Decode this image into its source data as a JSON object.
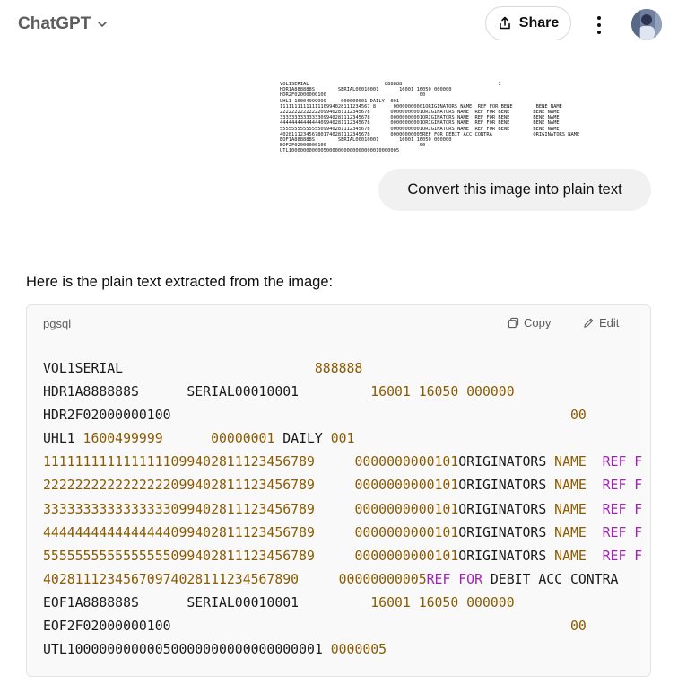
{
  "header": {
    "app_title": "ChatGPT",
    "share_label": "Share"
  },
  "uploaded_image": {
    "text_lines": [
      "VOL1SERIAL                          888888                                 1",
      "HDR1A888888S        SERIAL00010001       16001 16050 000000",
      "HDR2F02000000100                                00",
      "UHL1 16004999999     000000001 DAILY  001",
      "1111111111111110994028111234567 8      00000000001ORIGINATORS NAME  REF FOR BENE        BENE NAME",
      "2222222222222209940281112345678       00000000001ORIGINATORS NAME  REF FOR BENE        BENE NAME",
      "3333333333333309940281112345678       00000000001ORIGINATORS NAME  REF FOR BENE        BENE NAME",
      "4444444444444409940281112345678       00000000001ORIGINATORS NAME  REF FOR BENE        BENE NAME",
      "5555555555555509940281112345678       00000000001ORIGINATORS NAME  REF FOR BENE        BENE NAME",
      "4028111234567801740281112345678       00000000005REF FOR DEBIT ACC CONTRA              ORIGINATORS NAME",
      "EOF1A888888S        SERIAL00010001       16001 16050 000000",
      "EOF2F02000000100                                00",
      "UTL10000000000050000000000000000010000005"
    ]
  },
  "user_message": "Convert this image into plain text",
  "assistant": {
    "intro": "Here is the plain text extracted from the image:",
    "code_block": {
      "language": "pgsql",
      "copy_label": "Copy",
      "edit_label": "Edit",
      "lines": [
        [
          {
            "t": "VOL1SERIAL                        "
          },
          {
            "t": "888888",
            "c": "n"
          }
        ],
        [
          {
            "t": "HDR1A888888S      SERIAL00010001         "
          },
          {
            "t": "16001 16050 000000",
            "c": "n"
          }
        ],
        [
          {
            "t": "HDR2F02000000100                                                  "
          },
          {
            "t": "00",
            "c": "n"
          }
        ],
        [
          {
            "t": "UHL1 "
          },
          {
            "t": "1600499999",
            "c": "n"
          },
          {
            "t": "      "
          },
          {
            "t": "00000001",
            "c": "n"
          },
          {
            "t": " DAILY "
          },
          {
            "t": "001",
            "c": "n"
          }
        ],
        [
          {
            "t": "1111111111111111099402811123456789",
            "c": "n"
          },
          {
            "t": "     "
          },
          {
            "t": "0000000000101",
            "c": "n"
          },
          {
            "t": "ORIGINATORS "
          },
          {
            "t": "NAME",
            "c": "n"
          },
          {
            "t": "  "
          },
          {
            "t": "REF",
            "c": "k"
          },
          {
            "t": " "
          },
          {
            "t": "F",
            "c": "k"
          }
        ],
        [
          {
            "t": "2222222222222222099402811123456789",
            "c": "n"
          },
          {
            "t": "     "
          },
          {
            "t": "0000000000101",
            "c": "n"
          },
          {
            "t": "ORIGINATORS "
          },
          {
            "t": "NAME",
            "c": "n"
          },
          {
            "t": "  "
          },
          {
            "t": "REF",
            "c": "k"
          },
          {
            "t": " "
          },
          {
            "t": "F",
            "c": "k"
          }
        ],
        [
          {
            "t": "3333333333333333099402811123456789",
            "c": "n"
          },
          {
            "t": "     "
          },
          {
            "t": "0000000000101",
            "c": "n"
          },
          {
            "t": "ORIGINATORS "
          },
          {
            "t": "NAME",
            "c": "n"
          },
          {
            "t": "  "
          },
          {
            "t": "REF",
            "c": "k"
          },
          {
            "t": " "
          },
          {
            "t": "F",
            "c": "k"
          }
        ],
        [
          {
            "t": "4444444444444444099402811123456789",
            "c": "n"
          },
          {
            "t": "     "
          },
          {
            "t": "0000000000101",
            "c": "n"
          },
          {
            "t": "ORIGINATORS "
          },
          {
            "t": "NAME",
            "c": "n"
          },
          {
            "t": "  "
          },
          {
            "t": "REF",
            "c": "k"
          },
          {
            "t": " "
          },
          {
            "t": "F",
            "c": "k"
          }
        ],
        [
          {
            "t": "5555555555555555099402811123456789",
            "c": "n"
          },
          {
            "t": "     "
          },
          {
            "t": "0000000000101",
            "c": "n"
          },
          {
            "t": "ORIGINATORS "
          },
          {
            "t": "NAME",
            "c": "n"
          },
          {
            "t": "  "
          },
          {
            "t": "REF",
            "c": "k"
          },
          {
            "t": " "
          },
          {
            "t": "F",
            "c": "k"
          }
        ],
        [
          {
            "t": "40281112345670974028111234567890",
            "c": "n"
          },
          {
            "t": "     "
          },
          {
            "t": "00000000005",
            "c": "n"
          },
          {
            "t": "REF FOR",
            "c": "k"
          },
          {
            "t": " DEBIT ACC CONTRA"
          }
        ],
        [
          {
            "t": "EOF1A888888S      SERIAL00010001         "
          },
          {
            "t": "16001 16050 000000",
            "c": "n"
          }
        ],
        [
          {
            "t": "EOF2F02000000100                                                  "
          },
          {
            "t": "00",
            "c": "n"
          }
        ],
        [
          {
            "t": "UTL10000000000050000000000000000001 "
          },
          {
            "t": "0000005",
            "c": "n"
          }
        ]
      ]
    }
  }
}
